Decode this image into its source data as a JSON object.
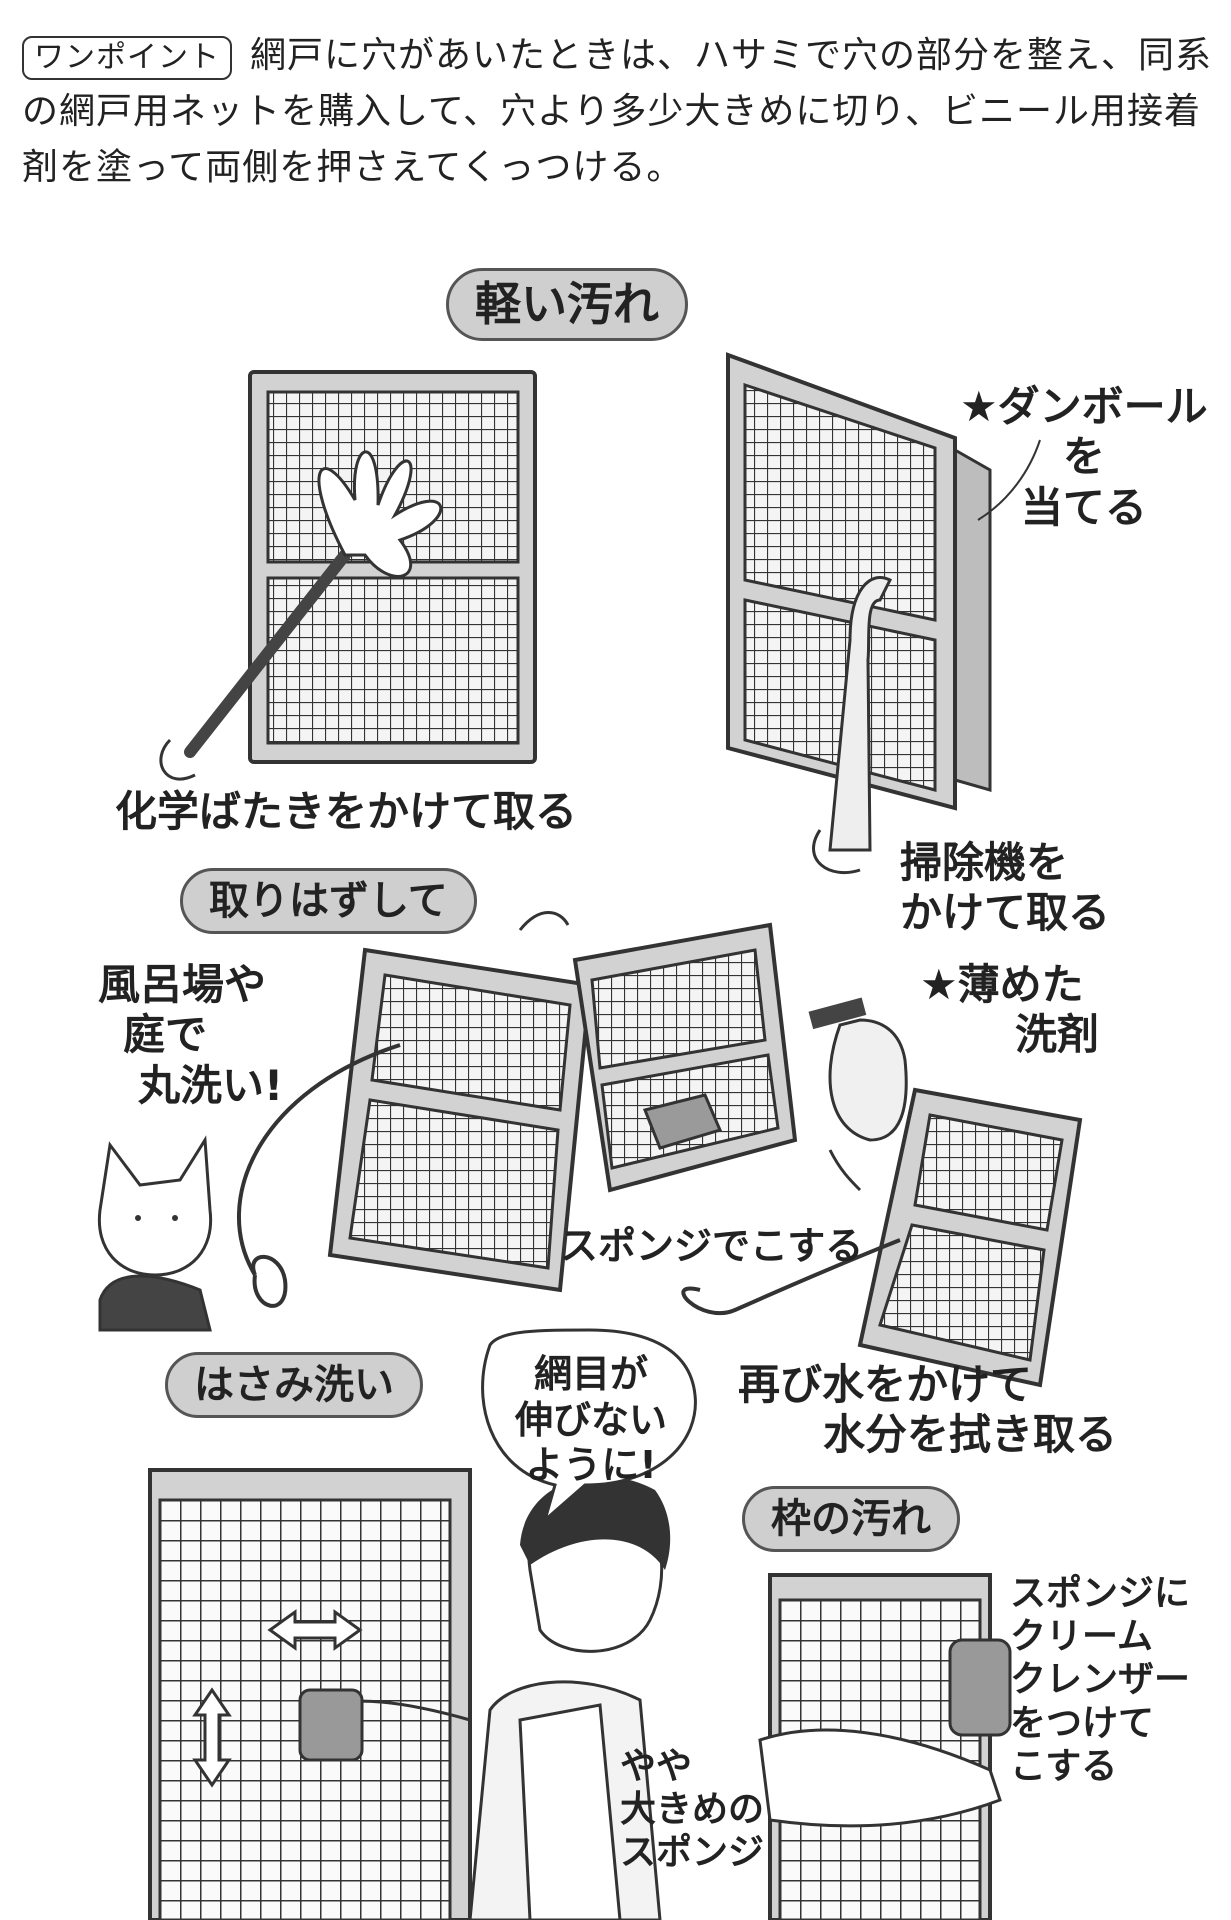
{
  "tip": {
    "badge": "ワンポイント",
    "text": "網戸に穴があいたときは、ハサミで穴の部分を整え、同系の網戸用ネットを購入して、穴より多少大きめに切り、ビニール用接着剤を塗って両側を押さえてくっつける。"
  },
  "sections": {
    "light_dirt": "軽い汚れ",
    "remove": "取りはずして",
    "pinch_wash": "はさみ洗い",
    "frame_dirt": "枠の汚れ"
  },
  "captions": {
    "duster": "化学ばたきをかけて取る",
    "cardboard": [
      "★ダンボール",
      "を",
      "当てる"
    ],
    "vacuum": [
      "掃除機を",
      "かけて取る"
    ],
    "bath": [
      "風呂場や",
      "庭で",
      "丸洗い!"
    ],
    "detergent": [
      "★薄めた",
      "洗剤"
    ],
    "sponge_rub": "スポンジでこする",
    "rinse": [
      "再び水をかけて",
      "水分を拭き取る"
    ],
    "speech": [
      "網目が",
      "伸びない",
      "ように!"
    ],
    "big_sponge": [
      "やや",
      "大きめの",
      "スポンジ"
    ],
    "cleanser": [
      "スポンジに",
      "クリーム",
      "クレンザー",
      "をつけて",
      "こする"
    ]
  }
}
